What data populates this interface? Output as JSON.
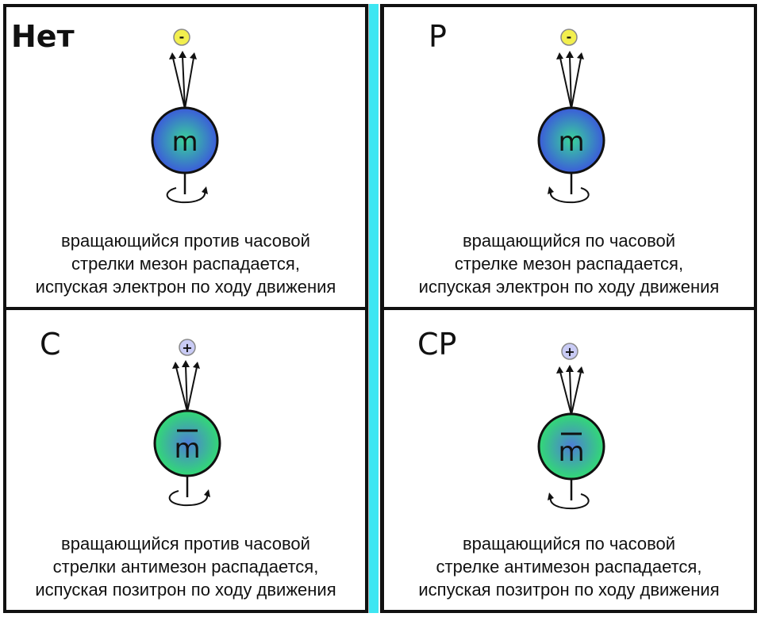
{
  "panels": [
    {
      "label": "Нет",
      "particle": "m",
      "charge": "-",
      "caption": [
        "вращающийся против часовой",
        "стрелки мезон распадается,",
        "испуская электрон по ходу движения"
      ]
    },
    {
      "label": "P",
      "particle": "m",
      "charge": "-",
      "caption": [
        "вращающийся по часовой",
        "стрелке мезон распадается,",
        "испуская электрон по ходу движения"
      ]
    },
    {
      "label": "C",
      "particle": "m",
      "charge": "+",
      "caption": [
        "вращающийся против часовой",
        "стрелки антимезон распадается,",
        "испуская позитрон по ходу движения"
      ]
    },
    {
      "label": "CP",
      "particle": "m",
      "charge": "+",
      "caption": [
        "вращающийся по часовой",
        "стрелке антимезон распадается,",
        "испуская позитрон по ходу движения"
      ]
    }
  ],
  "colors": {
    "meson_outer": "#3b4fe0",
    "meson_inner": "#3ad49a",
    "antimeson_outer": "#2fe36b",
    "antimeson_inner": "#4e7dd6",
    "electron_fill": "#f2ef4e",
    "positron_fill": "#c9cbf5",
    "mirror": "#3de6f2"
  },
  "icons": {
    "rotation": "rotation-arrow-icon",
    "emission": "emission-arrows-icon"
  }
}
